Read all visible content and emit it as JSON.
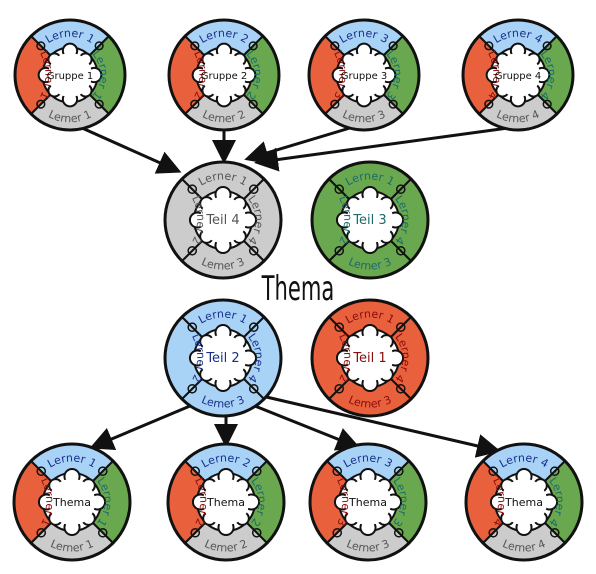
{
  "colors": {
    "blue": "#a9d3f6",
    "green": "#6aa84f",
    "orange": "#e8603c",
    "gray": "#cccccc",
    "stroke": "#111111",
    "text_blue": "#1a2f8a",
    "text_green": "#1d6a6a",
    "text_gray": "#555555",
    "text_red": "#8a0d0d"
  },
  "title": "Thema",
  "group_circles": [
    {
      "center": "Gruppe 1",
      "top": "Lerner 1",
      "right": "Lerner 1",
      "bottom": "Lerner 1",
      "left": "Lerner 1"
    },
    {
      "center": "Gruppe 2",
      "top": "Lerner 2",
      "right": "Lerner 2",
      "bottom": "Lerner 2",
      "left": "Lerner 2"
    },
    {
      "center": "Gruppe 3",
      "top": "Lerner 3",
      "right": "Lerner 3",
      "bottom": "Lerner 3",
      "left": "Lerner 3"
    },
    {
      "center": "Gruppe 4",
      "top": "Lerner 4",
      "right": "Lerner 4",
      "bottom": "Lerner 4",
      "left": "Lerner 4"
    }
  ],
  "part_circles": [
    {
      "center": "Teil 4",
      "top": "Lerner 1",
      "right": "Lerner 4",
      "bottom": "Lerner 3",
      "left": "Lerner 2",
      "fill": "gray",
      "text": "text_gray"
    },
    {
      "center": "Teil 3",
      "top": "Lerner 1",
      "right": "Lerner 4",
      "bottom": "Lerner 3",
      "left": "Lerner 2",
      "fill": "green",
      "text": "text_green"
    },
    {
      "center": "Teil 2",
      "top": "Lerner 1",
      "right": "Lerner 4",
      "bottom": "Lerner 3",
      "left": "Lerner 2",
      "fill": "blue",
      "text": "text_blue"
    },
    {
      "center": "Teil 1",
      "top": "Lerner 1",
      "right": "Lerner 4",
      "bottom": "Lerner 3",
      "left": "Lerner 2",
      "fill": "orange",
      "text": "text_red"
    }
  ],
  "thema_circles": [
    {
      "center": "Thema",
      "top": "Lerner 1",
      "right": "Lerner 1",
      "bottom": "Lerner 1",
      "left": "Lerner 1"
    },
    {
      "center": "Thema",
      "top": "Lerner 2",
      "right": "Lerner 2",
      "bottom": "Lerner 2",
      "left": "Lerner 2"
    },
    {
      "center": "Thema",
      "top": "Lerner 3",
      "right": "Lerner 3",
      "bottom": "Lerner 3",
      "left": "Lerner 3"
    },
    {
      "center": "Thema",
      "top": "Lerner 4",
      "right": "Lerner 4",
      "bottom": "Lerner 4",
      "left": "Lerner 4"
    }
  ]
}
